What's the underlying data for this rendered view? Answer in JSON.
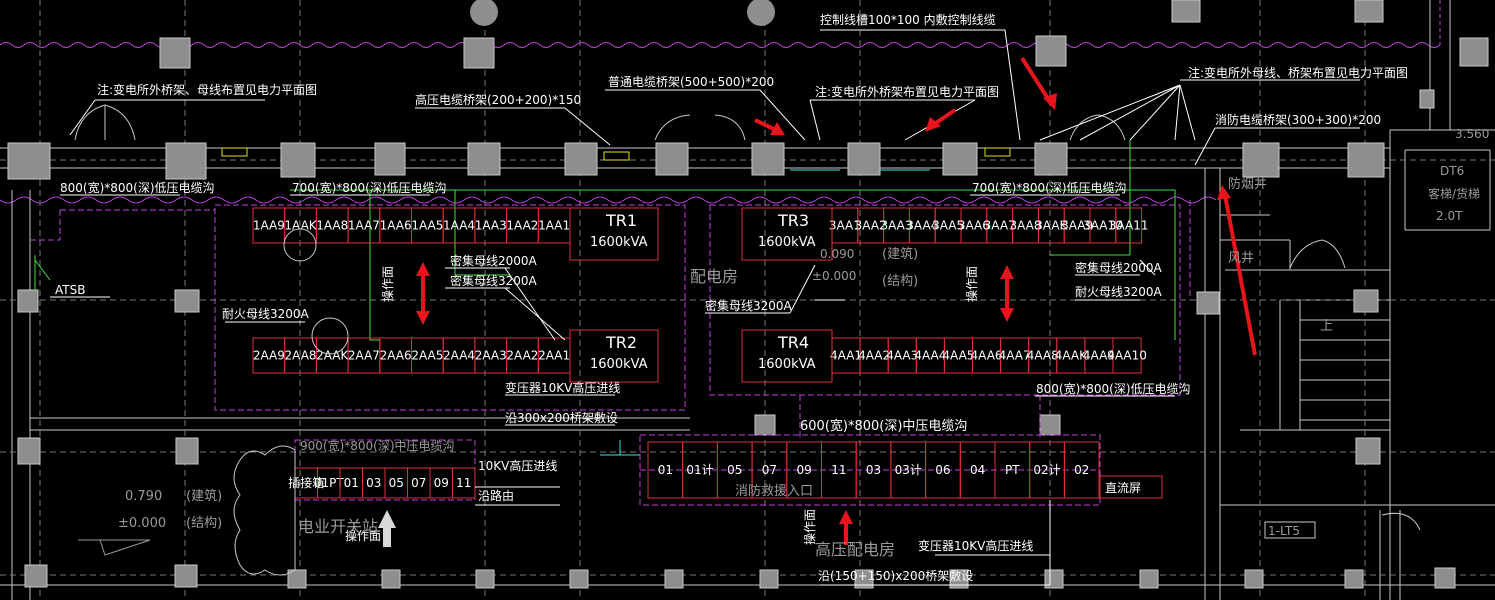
{
  "colors": {
    "background": "#000000",
    "wall": "#c8c8c8",
    "column": "#8e8e8e",
    "panel": "#e0303a",
    "duct": "#c040e0",
    "cable": "#40e040",
    "arrow": "#e8161c",
    "text": "#ffffff",
    "cyan": "#40e0e0"
  },
  "notes": {
    "top_control": "控制线槽100*100 内敷控制线缆",
    "note_left": "注:变电所外桥架、母线布置见电力平面图",
    "hv_tray": "高压电缆桥架(200+200)*150",
    "normal_tray": "普通电缆桥架(500+500)*200",
    "note_mid": "注:变电所外桥架布置见电力平面图",
    "note_right": "注:变电所外母线、桥架布置见电力平面图",
    "fire_tray": "消防电缆桥架(300+300)*200",
    "elev": "3.560"
  },
  "trenches": {
    "left_lv": "800(宽)*800(深)低压电缆沟",
    "mid_lv": "700(宽)*800(深)低压电缆沟",
    "right_lv": "700(宽)*800(深)低压电缆沟",
    "right_lower": "800(宽)*800(深)低压电缆沟",
    "mv": "600(宽)*800(深)中压电缆沟",
    "switch_station": "900(宽)*800(深)中压电缆沟"
  },
  "panels": {
    "row1": [
      "1AA9",
      "1AAK",
      "1AA8",
      "1AA7",
      "1AA6",
      "1AA5",
      "1AA4",
      "1AA3",
      "1AA2",
      "1AA1"
    ],
    "row2": [
      "2AA9",
      "2AA8",
      "2AAK",
      "2AA7",
      "2AA6",
      "2AA5",
      "2AA4",
      "2AA3",
      "2AA2",
      "2AA1"
    ],
    "row3": [
      "3AA1",
      "3AA2",
      "3AA3",
      "3AA4",
      "3AA5",
      "3AA6",
      "3AA7",
      "3AA8",
      "3AAK",
      "3AA9",
      "3AA10",
      "3AA11"
    ],
    "row4": [
      "4AA1",
      "4AA2",
      "4AA3",
      "4AA4",
      "4AA5",
      "4AA6",
      "4AA7",
      "4AA8",
      "4AAK",
      "4AA9",
      "4AA10"
    ],
    "hv": [
      "01",
      "01计",
      "05",
      "07",
      "09",
      "11",
      "03",
      "03计",
      "06",
      "04",
      "PT",
      "02计",
      "02"
    ],
    "hv_extra": "直流屏",
    "switch": [
      "插接箱",
      "01PT",
      "01",
      "03",
      "05",
      "07",
      "09",
      "11"
    ]
  },
  "transformers": {
    "tr1_name": "TR1",
    "tr1_kva": "1600kVA",
    "tr2_name": "TR2",
    "tr2_kva": "1600kVA",
    "tr3_name": "TR3",
    "tr3_kva": "1600kVA",
    "tr4_name": "TR4",
    "tr4_kva": "1600kVA"
  },
  "busbars": {
    "bus1": "密集母线2000A",
    "bus2": "密集母线3200A",
    "bus3": "耐火母线3200A",
    "bus4": "密集母线3200A",
    "bus5": "密集母线2000A",
    "bus6": "耐火母线3200A"
  },
  "labels": {
    "atsb": "ATSB",
    "op_face1": "操作面",
    "op_face2": "操作面",
    "op_face3": "操作面",
    "op_face4": "操作面",
    "room_dist": "配电房",
    "elev_090": "0.090",
    "elev_000": "±0.000",
    "build": "(建筑)",
    "struct": "(结构)",
    "elev_790": "0.790",
    "elev_000b": "±0.000",
    "build_b": "(建筑)",
    "struct_b": "(结构)",
    "trafo_in1": "变压器10KV高压进线",
    "trafo_in1b": "沿300x200桥架敷设",
    "ten_kv": "10KV高压进线",
    "ten_kv_b": "沿路由",
    "fire_entry": "消防救援入口",
    "hv_room": "高压配电房",
    "trafo_in2": "变压器10KV高压进线",
    "trafo_in2b": "沿(150+150)x200桥架敷设",
    "switch_station": "电业开关站",
    "fire_wind": "防烟井",
    "fire_well": "风井",
    "ramp": "上",
    "dt": "DT6",
    "dt_sub": "客梯/货梯",
    "dt_cap": "2.0T",
    "stair": "1-LT5"
  }
}
